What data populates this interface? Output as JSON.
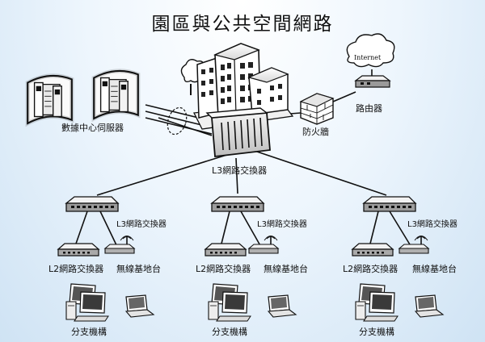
{
  "title": "園區與公共空間網路",
  "labels": {
    "internet": "Internet",
    "router": "路由器",
    "firewall": "防火牆",
    "datacenter": "數據中心伺服器",
    "core_switch": "L3網路交換器"
  },
  "branches": [
    {
      "l3": "L3網路交換器",
      "l2": "L2網路交換器",
      "ap": "無線基地台",
      "office": "分支機構"
    },
    {
      "l3": "L3網路交換器",
      "l2": "L2網路交換器",
      "ap": "無線基地台",
      "office": "分支機構"
    },
    {
      "l3": "L3網路交換器",
      "l2": "L2網路交換器",
      "ap": "無線基地台",
      "office": "分支機構"
    }
  ]
}
